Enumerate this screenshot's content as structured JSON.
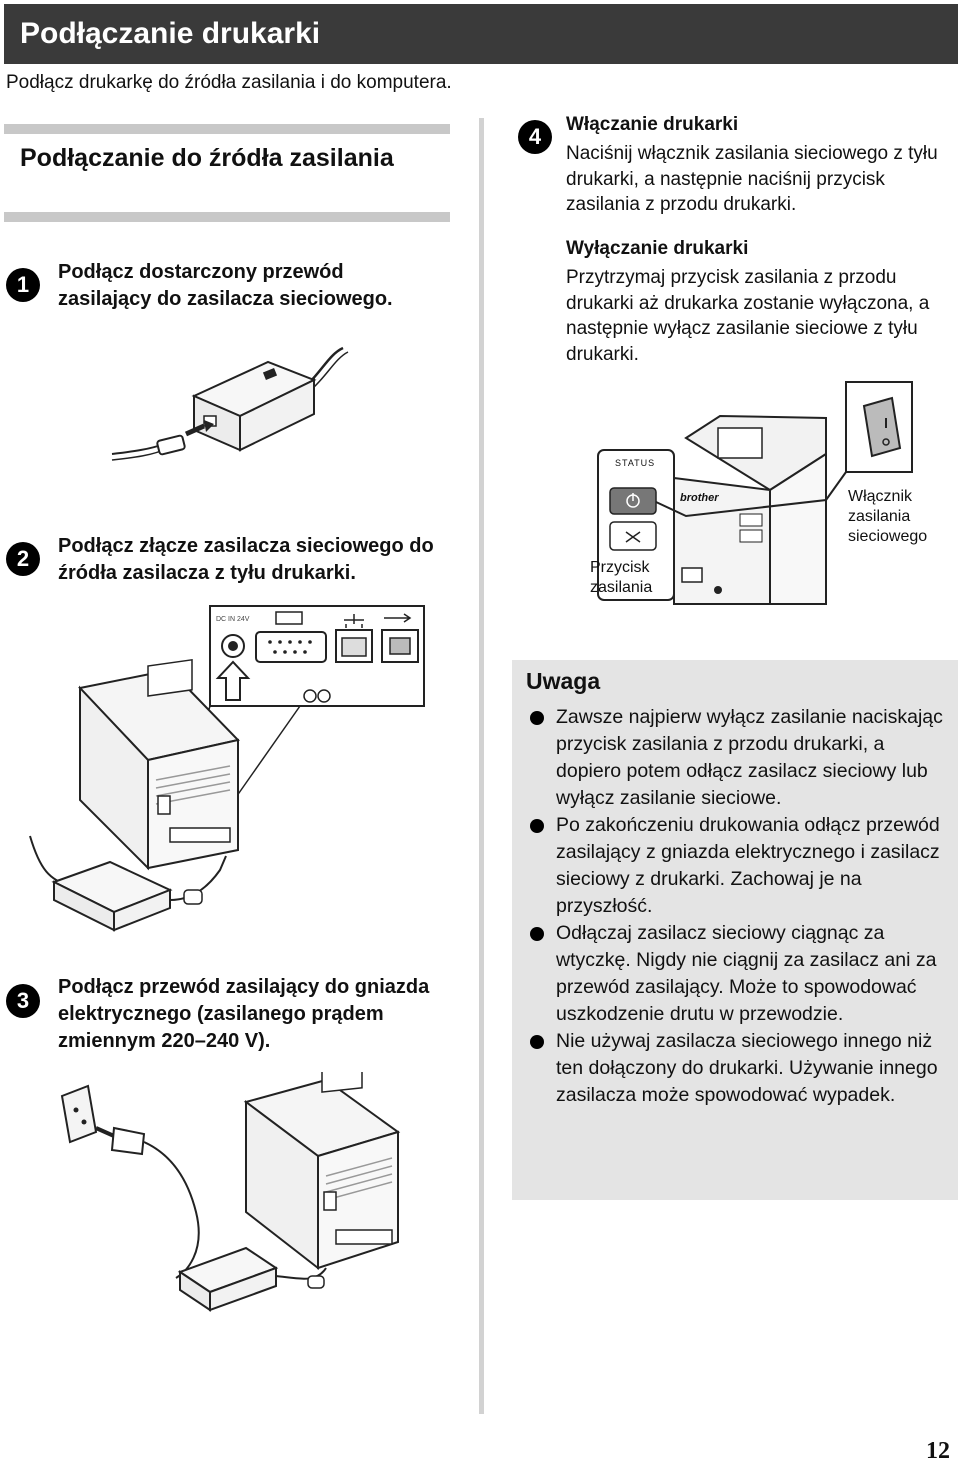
{
  "page": {
    "title": "Podłączanie drukarki",
    "intro": "Podłącz drukarkę do źródła zasilania i do komputera.",
    "section_heading": "Podłączanie do źródła zasilania",
    "page_number": "12"
  },
  "steps": [
    {
      "num": "1",
      "text": "Podłącz dostarczony przewód zasilający do zasilacza sieciowego."
    },
    {
      "num": "2",
      "text": "Podłącz złącze zasilacza sieciowego do źródła zasilacza z tyłu drukarki."
    },
    {
      "num": "3",
      "text": "Podłącz przewód zasilający do gniazda elektrycznego (zasilanego prądem zmiennym 220–240 V)."
    },
    {
      "num": "4"
    }
  ],
  "step4": {
    "on_title": "Włączanie drukarki",
    "on_body": "Naciśnij włącznik zasilania sieciowego z tyłu drukarki, a następnie naciśnij przycisk zasilania z przodu drukarki.",
    "off_title": "Wyłączanie drukarki",
    "off_body": "Przytrzymaj przycisk zasilania z przodu drukarki aż drukarka zostanie wyłączona, a następnie wyłącz zasilanie sieciowe z tyłu drukarki."
  },
  "figure_labels": {
    "status": "STATUS",
    "brand": "brother",
    "power_button": "Przycisk zasilania",
    "mains_switch": "Włącznik zasilania sieciowego",
    "dc_in": "DC IN 24V"
  },
  "note": {
    "title": "Uwaga",
    "items": [
      "Zawsze najpierw wyłącz zasilanie naciskając przycisk zasilania z przodu drukarki, a dopiero potem odłącz zasilacz sieciowy lub wyłącz zasilanie sieciowe.",
      "Po zakończeniu drukowania odłącz przewód zasilający z gniazda elektrycznego i zasilacz sieciowy z drukarki. Zachowaj je na przyszłość.",
      "Odłączaj zasilacz sieciowy ciągnąc za wtyczkę. Nigdy nie ciągnij za zasilacz ani za przewód zasilający. Może to spowodować uszkodzenie drutu w przewodzie.",
      "Nie używaj zasilacza sieciowego innego niż ten dołączony do drukarki. Używanie innego zasilacza może spowodować wypadek."
    ]
  },
  "colors": {
    "title_bar": "#3a3a3a",
    "section_bar": "#c8c8c8",
    "note_bg": "#e4e4e4",
    "divider": "#d2d2d2"
  }
}
